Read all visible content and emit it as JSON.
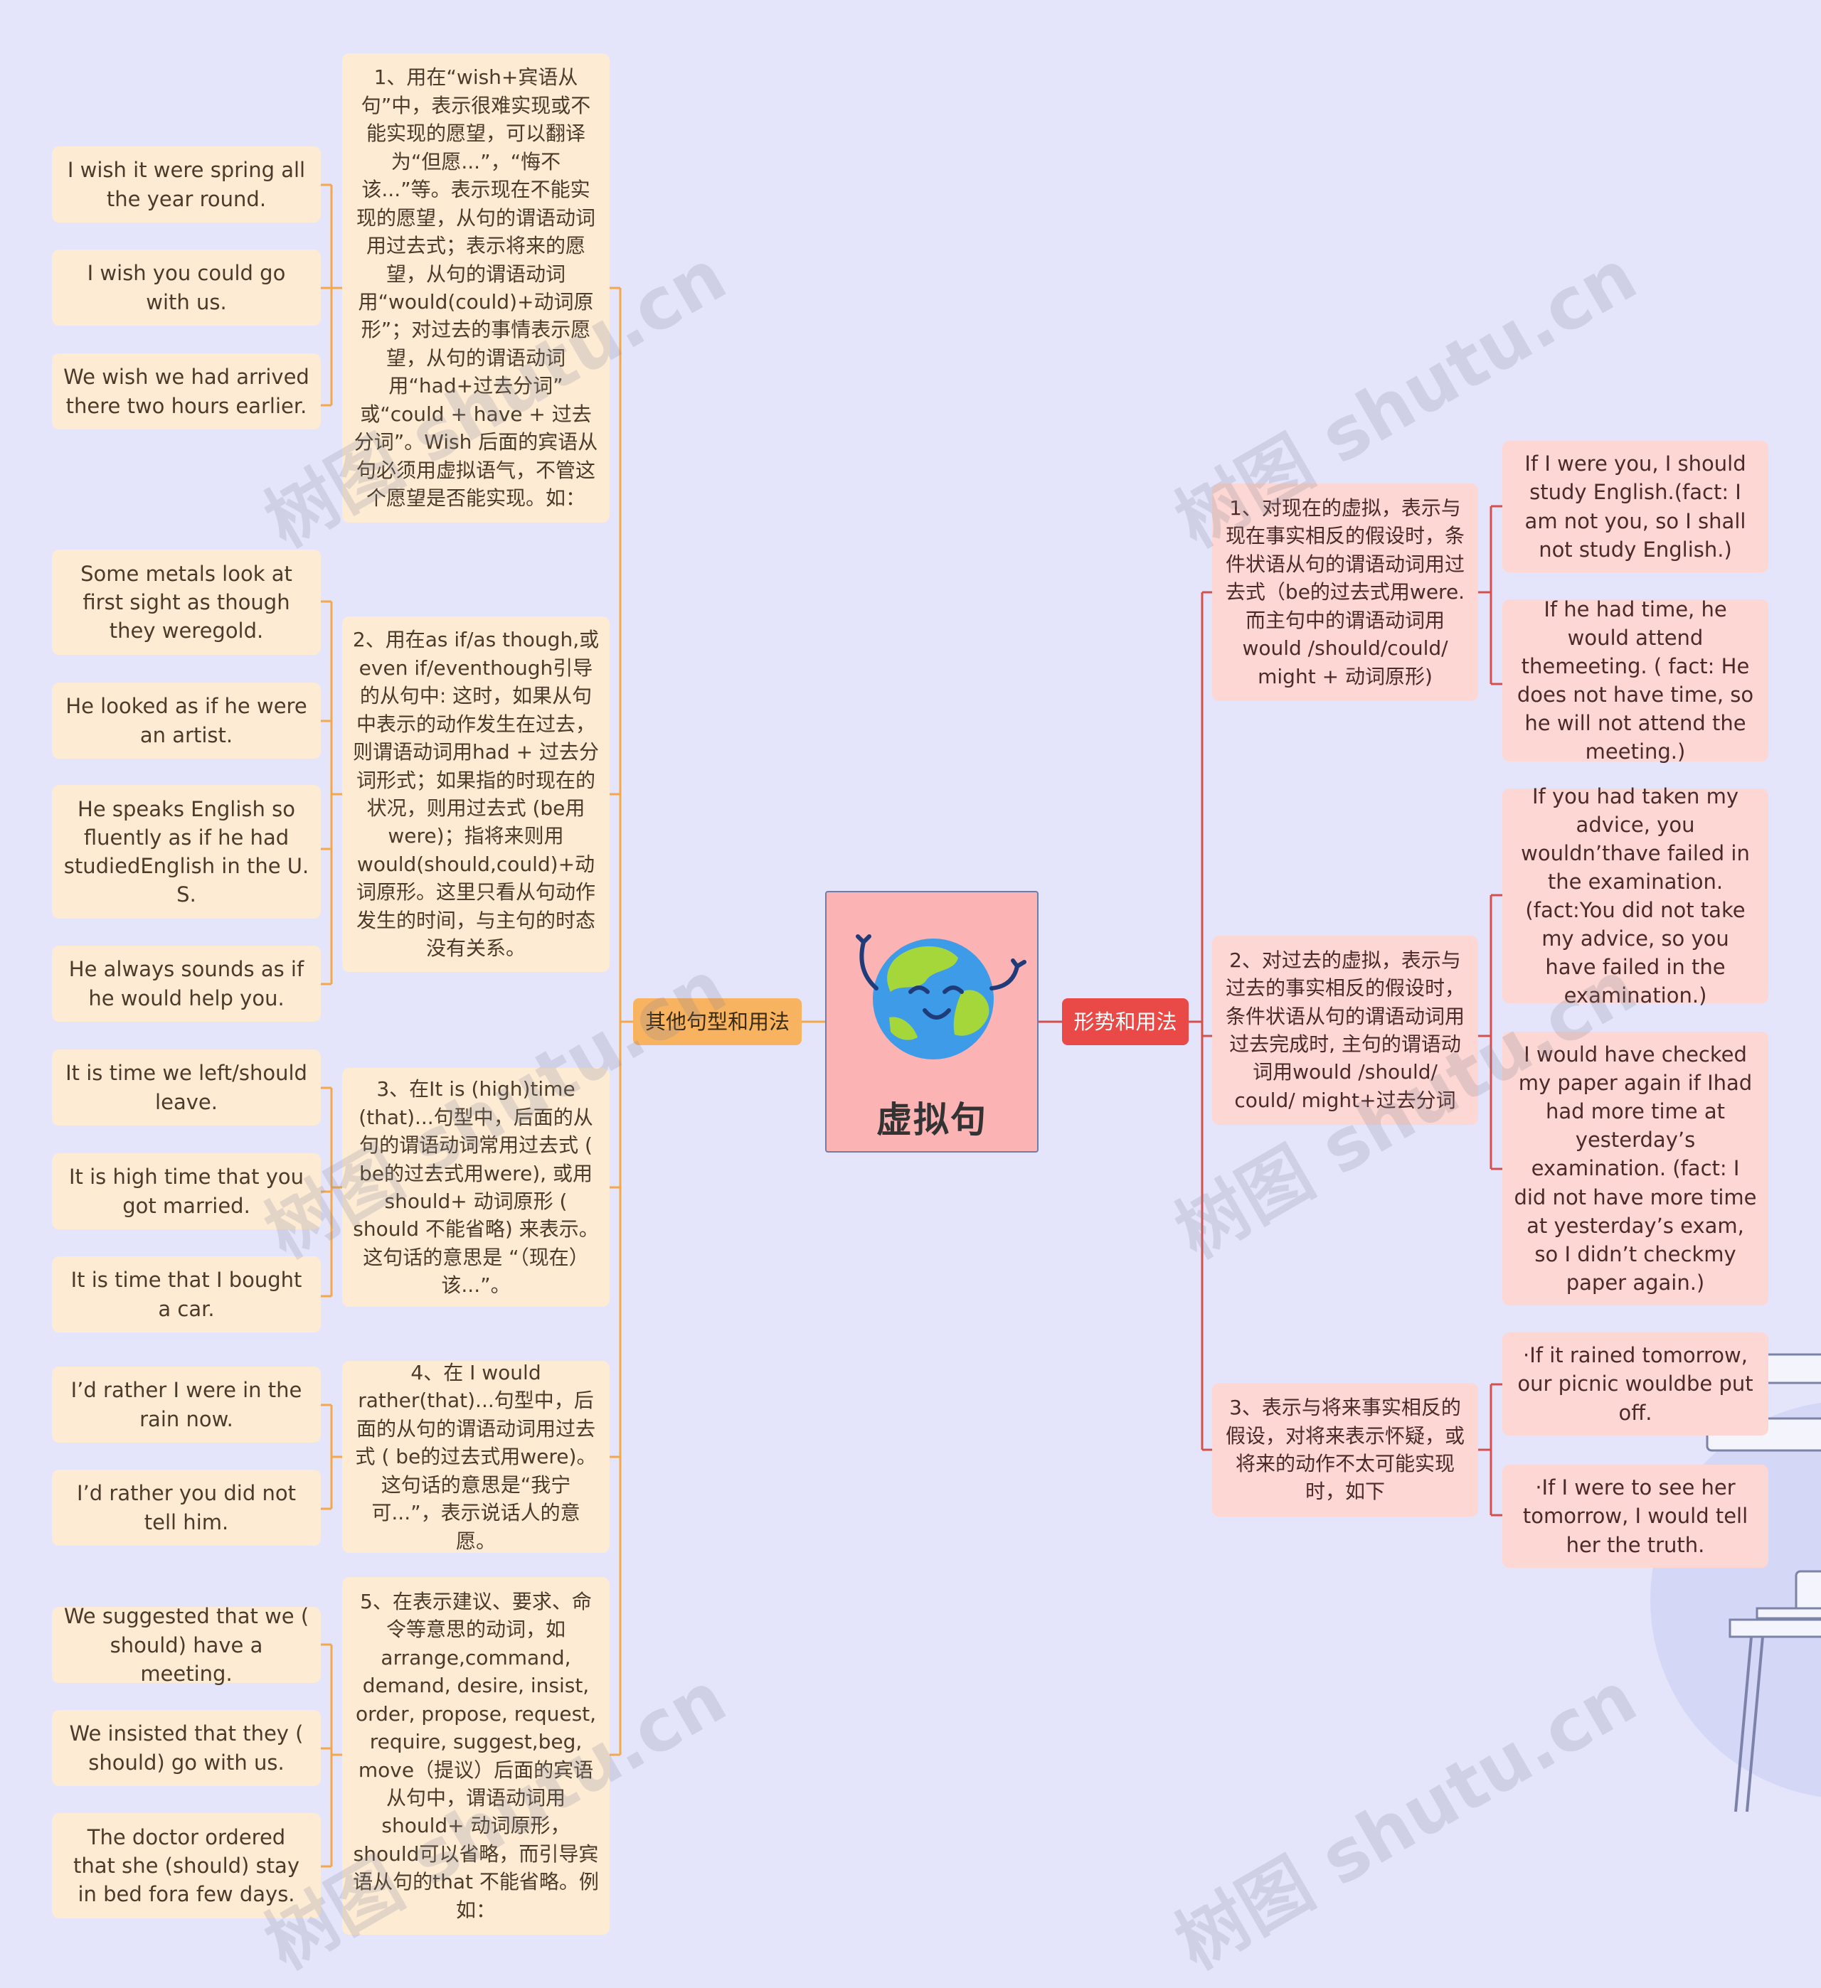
{
  "central": {
    "title": "虚拟句",
    "icon": "globe-emoji-icon"
  },
  "watermark": "树图 shutu.cn",
  "left_branch": {
    "label": "其他句型和用法",
    "color": "#f8b360",
    "groups": [
      {
        "text": "1、用在“wish+宾语从句”中，表示很难实现或不能实现的愿望，可以翻译为“但愿...”，“悔不该...”等。表示现在不能实现的愿望，从句的谓语动词用过去式；表示将来的愿望，从句的谓语动词用“would(could)+动词原形”；对过去的事情表示愿望，从句的谓语动词用“had+过去分词” 或“could + have + 过去分词”。Wish 后面的宾语从句必须用虚拟语气，不管这个愿望是否能实现。如：",
        "examples": [
          "I wish it were spring all the year round.",
          "I wish you could go with us.",
          "We wish we had arrived there two hours earlier."
        ]
      },
      {
        "text": "2、用在as if/as though,或even if/eventhough引导的从句中: 这时，如果从句中表示的动作发生在过去，则谓语动词用had + 过去分词形式；如果指的时现在的状况，则用过去式 (be用were)；指将来则用would(should,could)+动词原形。这里只看从句动作发生的时间，与主句的时态没有关系。",
        "examples": [
          "Some metals look at first sight as though they weregold.",
          "He looked as if he were an artist.",
          "He speaks English so fluently as if he had studiedEnglish in the U. S.",
          "He always sounds as if he would help you."
        ]
      },
      {
        "text": "3、在It is (high)time (that)...句型中，后面的从句的谓语动词常用过去式 ( be的过去式用were), 或用should+ 动词原形 ( should 不能省略) 来表示。这句话的意思是 “（现在）该...”。",
        "examples": [
          "It is time we left/should leave.",
          "It is high time that you got married.",
          "It is time that I bought a car."
        ]
      },
      {
        "text": "4、在 I would rather(that)...句型中，后面的从句的谓语动词用过去式 ( be的过去式用were)。这句话的意思是“我宁可...”，表示说话人的意愿。",
        "examples": [
          "I’d rather I were in the rain now.",
          "I’d rather you did not tell him."
        ]
      },
      {
        "text": "5、在表示建议、要求、命令等意思的动词，如arrange,command, demand, desire, insist, order, propose, request, require, suggest,beg, move（提议）后面的宾语从句中，谓语动词用should+ 动词原形，should可以省略，而引导宾语从句的that 不能省略。例如：",
        "examples": [
          "We suggested that we ( should) have a meeting.",
          "We insisted that they ( should) go with us.",
          "The doctor ordered that she (should) stay in bed fora few days."
        ]
      }
    ]
  },
  "right_branch": {
    "label": "形势和用法",
    "color": "#ea4a47",
    "groups": [
      {
        "text": "1、对现在的虚拟，表示与现在事实相反的假设时，条件状语从句的谓语动词用过去式（be的过去式用were.而主句中的谓语动词用would /should/could/ might + 动词原形)",
        "examples": [
          "If I were you, I should study English.(fact: I am not you, so I shall not study English.)",
          "If he had time, he would attend themeeting. ( fact: He does not have time, so he will not attend the meeting.)"
        ]
      },
      {
        "text": "2、对过去的虚拟，表示与过去的事实相反的假设时，条件状语从句的谓语动词用过去完成时, 主句的谓语动词用would /should/ could/ might+过去分词",
        "examples": [
          "If you had taken my advice, you wouldn’thave failed in the examination. (fact:You did not take my advice, so you have failed in the examination.)",
          "I would have checked my paper again if Ihad had more time at yesterday’s examination. (fact: I did not have more time at yesterday’s exam, so I didn’t checkmy paper again.)"
        ]
      },
      {
        "text": "3、表示与将来事实相反的假设，对将来表示怀疑，或将来的动作不太可能实现时，如下",
        "examples": [
          "·If it rained tomorrow, our picnic wouldbe put off.",
          "·If I were to see her tomorrow, I would tell her the truth."
        ]
      }
    ]
  }
}
